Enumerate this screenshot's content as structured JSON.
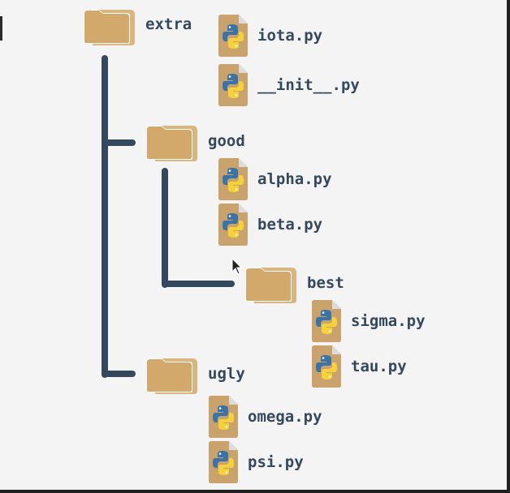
{
  "colors": {
    "background": "#f4f4f4",
    "line": "#34495e",
    "label": "#34495e",
    "folder": "#d2a96a",
    "file": "#c9a26c"
  },
  "tree": {
    "extra": {
      "name": "extra",
      "files": [
        "iota.py",
        "__init__.py"
      ]
    },
    "good": {
      "name": "good",
      "files": [
        "alpha.py",
        "beta.py"
      ]
    },
    "best": {
      "name": "best",
      "files": [
        "sigma.py",
        "tau.py"
      ]
    },
    "ugly": {
      "name": "ugly",
      "files": [
        "omega.py",
        "psi.py"
      ]
    }
  }
}
